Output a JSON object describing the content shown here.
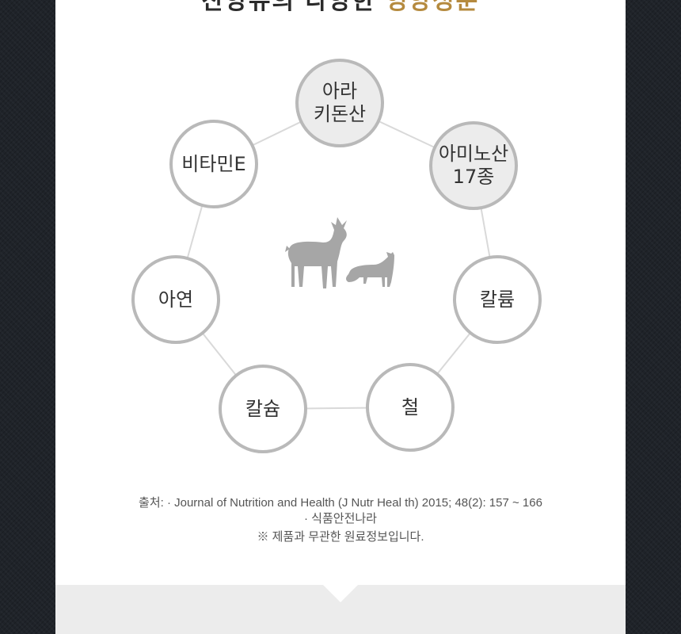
{
  "title": {
    "lead": "산양유의 다양한",
    "accent": "영양성분"
  },
  "nodes": [
    {
      "label": "아라\n키돈산",
      "highlight": true
    },
    {
      "label": "아미노산\n17종",
      "highlight": true
    },
    {
      "label": "칼륨",
      "highlight": false
    },
    {
      "label": "철",
      "highlight": false
    },
    {
      "label": "칼슘",
      "highlight": false
    },
    {
      "label": "아연",
      "highlight": false
    },
    {
      "label": "비타민E",
      "highlight": false
    }
  ],
  "center_icon": "goat-icon",
  "source": {
    "line1": "출처: · Journal of Nutrition and Health (J Nutr Heal th) 2015; 48(2): 157 ~ 166",
    "line2": "· 식품안전나라",
    "note": "※ 제품과 무관한 원료정보입니다."
  },
  "colors": {
    "accent": "#b58a3e",
    "ring": "#b9b9b9",
    "highlight_fill": "#ececec",
    "goat": "#a6a6a6"
  }
}
